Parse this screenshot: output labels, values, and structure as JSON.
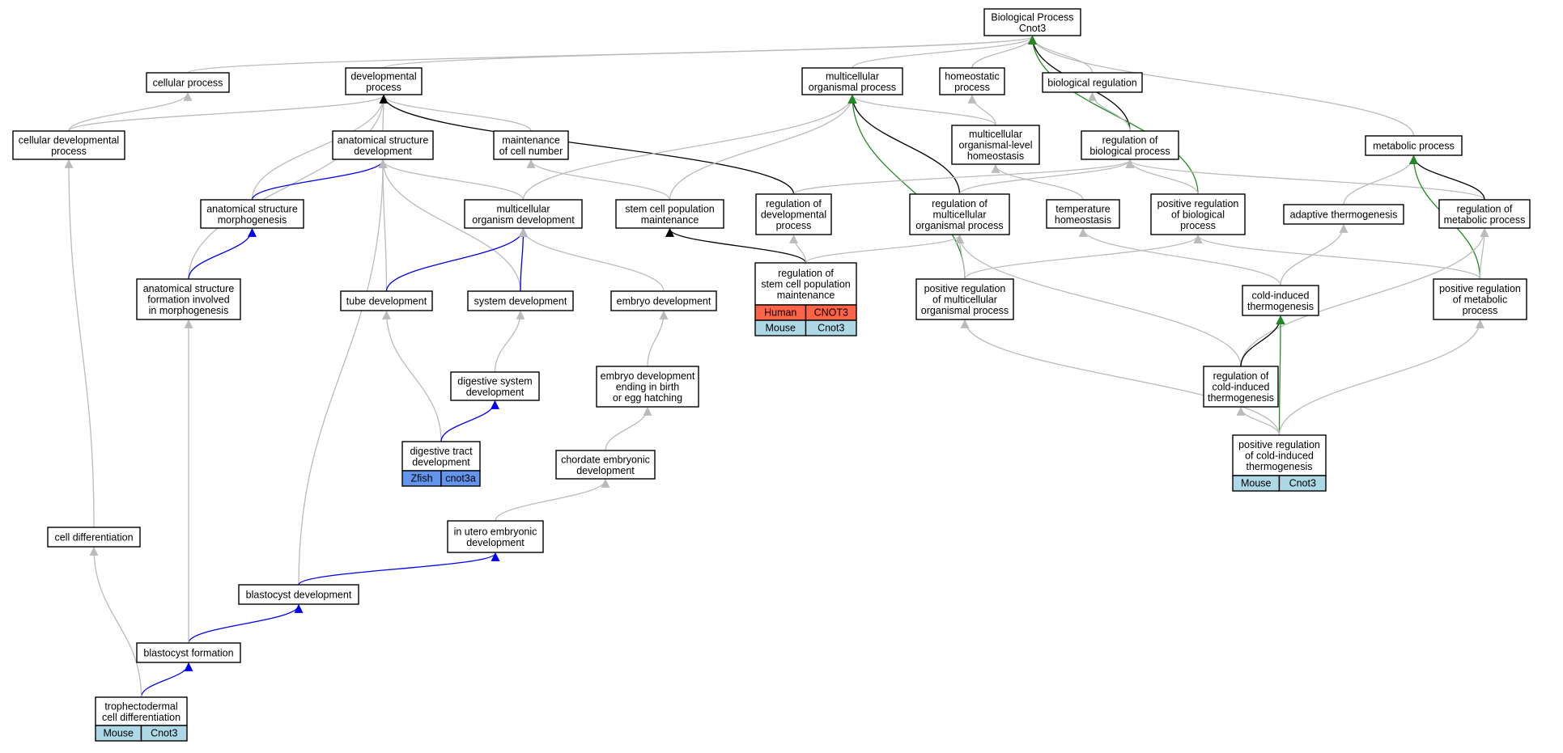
{
  "colors": {
    "is_a": "#bbbbbb",
    "part_of": "#0000ee",
    "regulates": "#000000",
    "positively_regulates": "#228b22",
    "human": "#ff6347",
    "mouse": "#add8e6",
    "zfish": "#6495ed"
  },
  "nodes": [
    {
      "id": "bp",
      "lines": [
        "Biological Process",
        "Cnot3"
      ]
    },
    {
      "id": "cellular_process",
      "lines": [
        "cellular process"
      ]
    },
    {
      "id": "developmental_process",
      "lines": [
        "developmental",
        "process"
      ]
    },
    {
      "id": "multicellular_organismal_process",
      "lines": [
        "multicellular",
        "organismal process"
      ]
    },
    {
      "id": "homeostatic_process",
      "lines": [
        "homeostatic",
        "process"
      ]
    },
    {
      "id": "biological_regulation",
      "lines": [
        "biological regulation"
      ]
    },
    {
      "id": "cellular_developmental_process",
      "lines": [
        "cellular developmental",
        "process"
      ]
    },
    {
      "id": "anatomical_structure_development",
      "lines": [
        "anatomical structure",
        "development"
      ]
    },
    {
      "id": "maintenance_of_cell_number",
      "lines": [
        "maintenance",
        "of cell number"
      ]
    },
    {
      "id": "multicellular_organismal_level_homeostasis",
      "lines": [
        "multicellular",
        "organismal-level",
        "homeostasis"
      ]
    },
    {
      "id": "regulation_of_biological_process",
      "lines": [
        "regulation of",
        "biological process"
      ]
    },
    {
      "id": "metabolic_process",
      "lines": [
        "metabolic process"
      ]
    },
    {
      "id": "anatomical_structure_morphogenesis",
      "lines": [
        "anatomical structure",
        "morphogenesis"
      ]
    },
    {
      "id": "multicellular_organism_development",
      "lines": [
        "multicellular",
        "organism development"
      ]
    },
    {
      "id": "stem_cell_population_maintenance",
      "lines": [
        "stem cell population",
        "maintenance"
      ]
    },
    {
      "id": "regulation_of_developmental_process",
      "lines": [
        "regulation of",
        "developmental",
        "process"
      ]
    },
    {
      "id": "regulation_of_multicellular_organismal_process",
      "lines": [
        "regulation of",
        "multicellular",
        "organismal process"
      ]
    },
    {
      "id": "temperature_homeostasis",
      "lines": [
        "temperature",
        "homeostasis"
      ]
    },
    {
      "id": "positive_regulation_of_biological_process",
      "lines": [
        "positive regulation",
        "of biological",
        "process"
      ]
    },
    {
      "id": "adaptive_thermogenesis",
      "lines": [
        "adaptive thermogenesis"
      ]
    },
    {
      "id": "regulation_of_metabolic_process",
      "lines": [
        "regulation of",
        "metabolic process"
      ]
    },
    {
      "id": "anatomical_structure_formation",
      "lines": [
        "anatomical structure",
        "formation involved",
        "in morphogenesis"
      ]
    },
    {
      "id": "tube_development",
      "lines": [
        "tube development"
      ]
    },
    {
      "id": "system_development",
      "lines": [
        "system development"
      ]
    },
    {
      "id": "embryo_development",
      "lines": [
        "embryo development"
      ]
    },
    {
      "id": "regulation_of_stem_cell_population_maintenance",
      "lines": [
        "regulation of",
        "stem cell population",
        "maintenance"
      ]
    },
    {
      "id": "positive_regulation_of_multicellular_organismal_process",
      "lines": [
        "positive regulation",
        "of multicellular",
        "organismal process"
      ]
    },
    {
      "id": "cold_induced_thermogenesis",
      "lines": [
        "cold-induced",
        "thermogenesis"
      ]
    },
    {
      "id": "positive_regulation_of_metabolic_process",
      "lines": [
        "positive regulation",
        "of metabolic",
        "process"
      ]
    },
    {
      "id": "digestive_system_development",
      "lines": [
        "digestive system",
        "development"
      ]
    },
    {
      "id": "embryo_development_ending_in_birth",
      "lines": [
        "embryo development",
        "ending in birth",
        "or egg hatching"
      ]
    },
    {
      "id": "regulation_of_cold_induced_thermogenesis",
      "lines": [
        "regulation of",
        "cold-induced",
        "thermogenesis"
      ]
    },
    {
      "id": "digestive_tract_development",
      "lines": [
        "digestive tract",
        "development"
      ]
    },
    {
      "id": "chordate_embryonic_development",
      "lines": [
        "chordate embryonic",
        "development"
      ]
    },
    {
      "id": "positive_regulation_of_cold_induced_thermogenesis",
      "lines": [
        "positive regulation",
        "of cold-induced",
        "thermogenesis"
      ]
    },
    {
      "id": "cell_differentiation",
      "lines": [
        "cell differentiation"
      ]
    },
    {
      "id": "in_utero_embryonic_development",
      "lines": [
        "in utero embryonic",
        "development"
      ]
    },
    {
      "id": "blastocyst_development",
      "lines": [
        "blastocyst development"
      ]
    },
    {
      "id": "blastocyst_formation",
      "lines": [
        "blastocyst formation"
      ]
    },
    {
      "id": "trophectodermal_cell_differentiation",
      "lines": [
        "trophectodermal",
        "cell differentiation"
      ]
    }
  ],
  "annotations": [
    {
      "node": "regulation_of_stem_cell_population_maintenance",
      "rows": [
        {
          "species": "Human",
          "gene": "CNOT3",
          "color": "#ff6347"
        },
        {
          "species": "Mouse",
          "gene": "Cnot3",
          "color": "#add8e6"
        }
      ]
    },
    {
      "node": "digestive_tract_development",
      "rows": [
        {
          "species": "Zfish",
          "gene": "cnot3a",
          "color": "#6495ed"
        }
      ]
    },
    {
      "node": "positive_regulation_of_cold_induced_thermogenesis",
      "rows": [
        {
          "species": "Mouse",
          "gene": "Cnot3",
          "color": "#add8e6"
        }
      ]
    },
    {
      "node": "trophectodermal_cell_differentiation",
      "rows": [
        {
          "species": "Mouse",
          "gene": "Cnot3",
          "color": "#add8e6"
        }
      ]
    }
  ],
  "edges": [
    {
      "from": "cellular_process",
      "to": "bp",
      "type": "is_a"
    },
    {
      "from": "developmental_process",
      "to": "bp",
      "type": "is_a"
    },
    {
      "from": "multicellular_organismal_process",
      "to": "bp",
      "type": "is_a"
    },
    {
      "from": "homeostatic_process",
      "to": "bp",
      "type": "is_a"
    },
    {
      "from": "biological_regulation",
      "to": "bp",
      "type": "is_a"
    },
    {
      "from": "metabolic_process",
      "to": "bp",
      "type": "is_a"
    },
    {
      "from": "regulation_of_biological_process",
      "to": "bp",
      "type": "regulates"
    },
    {
      "from": "positive_regulation_of_biological_process",
      "to": "bp",
      "type": "positively_regulates"
    },
    {
      "from": "cellular_developmental_process",
      "to": "cellular_process",
      "type": "is_a"
    },
    {
      "from": "cellular_developmental_process",
      "to": "developmental_process",
      "type": "is_a"
    },
    {
      "from": "anatomical_structure_development",
      "to": "developmental_process",
      "type": "is_a"
    },
    {
      "from": "maintenance_of_cell_number",
      "to": "developmental_process",
      "type": "is_a"
    },
    {
      "from": "anatomical_structure_morphogenesis",
      "to": "developmental_process",
      "type": "is_a"
    },
    {
      "from": "anatomical_structure_formation",
      "to": "developmental_process",
      "type": "is_a"
    },
    {
      "from": "regulation_of_developmental_process",
      "to": "developmental_process",
      "type": "regulates"
    },
    {
      "from": "multicellular_organism_development",
      "to": "multicellular_organismal_process",
      "type": "is_a"
    },
    {
      "from": "stem_cell_population_maintenance",
      "to": "multicellular_organismal_process",
      "type": "is_a"
    },
    {
      "from": "multicellular_organismal_level_homeostasis",
      "to": "multicellular_organismal_process",
      "type": "is_a"
    },
    {
      "from": "regulation_of_multicellular_organismal_process",
      "to": "multicellular_organismal_process",
      "type": "regulates"
    },
    {
      "from": "positive_regulation_of_multicellular_organismal_process",
      "to": "multicellular_organismal_process",
      "type": "positively_regulates"
    },
    {
      "from": "multicellular_organismal_level_homeostasis",
      "to": "homeostatic_process",
      "type": "is_a"
    },
    {
      "from": "regulation_of_biological_process",
      "to": "biological_regulation",
      "type": "is_a"
    },
    {
      "from": "cell_differentiation",
      "to": "cellular_developmental_process",
      "type": "is_a"
    },
    {
      "from": "anatomical_structure_morphogenesis",
      "to": "anatomical_structure_development",
      "type": "part_of"
    },
    {
      "from": "multicellular_organism_development",
      "to": "anatomical_structure_development",
      "type": "is_a"
    },
    {
      "from": "tube_development",
      "to": "anatomical_structure_development",
      "type": "is_a"
    },
    {
      "from": "system_development",
      "to": "anatomical_structure_development",
      "type": "is_a"
    },
    {
      "from": "blastocyst_development",
      "to": "anatomical_structure_development",
      "type": "is_a"
    },
    {
      "from": "stem_cell_population_maintenance",
      "to": "maintenance_of_cell_number",
      "type": "is_a"
    },
    {
      "from": "temperature_homeostasis",
      "to": "multicellular_organismal_level_homeostasis",
      "type": "is_a"
    },
    {
      "from": "regulation_of_developmental_process",
      "to": "regulation_of_biological_process",
      "type": "is_a"
    },
    {
      "from": "regulation_of_multicellular_organismal_process",
      "to": "regulation_of_biological_process",
      "type": "is_a"
    },
    {
      "from": "positive_regulation_of_biological_process",
      "to": "regulation_of_biological_process",
      "type": "is_a"
    },
    {
      "from": "regulation_of_metabolic_process",
      "to": "regulation_of_biological_process",
      "type": "is_a"
    },
    {
      "from": "adaptive_thermogenesis",
      "to": "metabolic_process",
      "type": "is_a"
    },
    {
      "from": "regulation_of_metabolic_process",
      "to": "metabolic_process",
      "type": "regulates"
    },
    {
      "from": "positive_regulation_of_metabolic_process",
      "to": "metabolic_process",
      "type": "positively_regulates"
    },
    {
      "from": "anatomical_structure_formation",
      "to": "anatomical_structure_morphogenesis",
      "type": "part_of"
    },
    {
      "from": "tube_development",
      "to": "multicellular_organism_development",
      "type": "part_of"
    },
    {
      "from": "system_development",
      "to": "multicellular_organism_development",
      "type": "part_of"
    },
    {
      "from": "embryo_development",
      "to": "multicellular_organism_development",
      "type": "is_a"
    },
    {
      "from": "regulation_of_stem_cell_population_maintenance",
      "to": "stem_cell_population_maintenance",
      "type": "regulates"
    },
    {
      "from": "regulation_of_stem_cell_population_maintenance",
      "to": "regulation_of_developmental_process",
      "type": "is_a"
    },
    {
      "from": "regulation_of_stem_cell_population_maintenance",
      "to": "regulation_of_multicellular_organismal_process",
      "type": "is_a"
    },
    {
      "from": "positive_regulation_of_multicellular_organismal_process",
      "to": "regulation_of_multicellular_organismal_process",
      "type": "is_a"
    },
    {
      "from": "positive_regulation_of_multicellular_organismal_process",
      "to": "positive_regulation_of_biological_process",
      "type": "is_a"
    },
    {
      "from": "regulation_of_cold_induced_thermogenesis",
      "to": "regulation_of_multicellular_organismal_process",
      "type": "is_a"
    },
    {
      "from": "cold_induced_thermogenesis",
      "to": "temperature_homeostasis",
      "type": "is_a"
    },
    {
      "from": "cold_induced_thermogenesis",
      "to": "adaptive_thermogenesis",
      "type": "is_a"
    },
    {
      "from": "positive_regulation_of_metabolic_process",
      "to": "positive_regulation_of_biological_process",
      "type": "is_a"
    },
    {
      "from": "positive_regulation_of_metabolic_process",
      "to": "regulation_of_metabolic_process",
      "type": "is_a"
    },
    {
      "from": "regulation_of_cold_induced_thermogenesis",
      "to": "regulation_of_metabolic_process",
      "type": "is_a"
    },
    {
      "from": "digestive_system_development",
      "to": "system_development",
      "type": "is_a"
    },
    {
      "from": "digestive_tract_development",
      "to": "tube_development",
      "type": "is_a"
    },
    {
      "from": "digestive_tract_development",
      "to": "digestive_system_development",
      "type": "part_of"
    },
    {
      "from": "embryo_development_ending_in_birth",
      "to": "embryo_development",
      "type": "is_a"
    },
    {
      "from": "chordate_embryonic_development",
      "to": "embryo_development_ending_in_birth",
      "type": "is_a"
    },
    {
      "from": "in_utero_embryonic_development",
      "to": "chordate_embryonic_development",
      "type": "is_a"
    },
    {
      "from": "blastocyst_development",
      "to": "in_utero_embryonic_development",
      "type": "part_of"
    },
    {
      "from": "blastocyst_formation",
      "to": "blastocyst_development",
      "type": "part_of"
    },
    {
      "from": "blastocyst_formation",
      "to": "anatomical_structure_formation",
      "type": "is_a"
    },
    {
      "from": "trophectodermal_cell_differentiation",
      "to": "blastocyst_formation",
      "type": "part_of"
    },
    {
      "from": "trophectodermal_cell_differentiation",
      "to": "cell_differentiation",
      "type": "is_a"
    },
    {
      "from": "regulation_of_cold_induced_thermogenesis",
      "to": "cold_induced_thermogenesis",
      "type": "regulates"
    },
    {
      "from": "positive_regulation_of_cold_induced_thermogenesis",
      "to": "cold_induced_thermogenesis",
      "type": "positively_regulates"
    },
    {
      "from": "positive_regulation_of_cold_induced_thermogenesis",
      "to": "regulation_of_cold_induced_thermogenesis",
      "type": "is_a"
    },
    {
      "from": "positive_regulation_of_cold_induced_thermogenesis",
      "to": "positive_regulation_of_multicellular_organismal_process",
      "type": "is_a"
    },
    {
      "from": "positive_regulation_of_cold_induced_thermogenesis",
      "to": "positive_regulation_of_metabolic_process",
      "type": "is_a"
    }
  ]
}
